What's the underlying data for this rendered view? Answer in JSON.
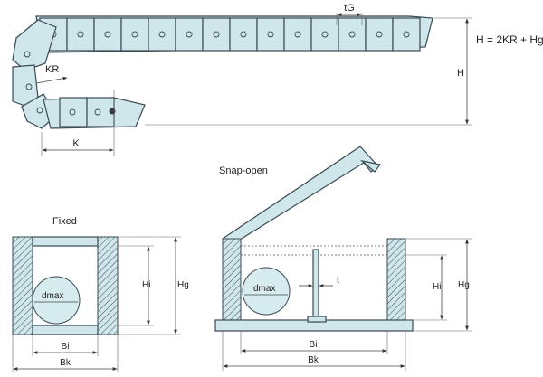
{
  "labels": {
    "tg": "tG",
    "formula": "H = 2KR + Hg",
    "kr": "KR",
    "h": "H",
    "k": "K",
    "snap_open": "Snap-open",
    "fixed": "Fixed",
    "dmax_left": "dmax",
    "dmax_right": "dmax",
    "hi_left": "Hi",
    "hg_left": "Hg",
    "hi_right": "Hi",
    "hg_right": "Hg",
    "bi_left": "Bi",
    "bk_left": "Bk",
    "bi_right": "Bi",
    "bk_right": "Bk",
    "t": "t"
  },
  "colors": {
    "body_fill": "#cfe7ea",
    "outline": "#3a4a55",
    "background": "#ffffff"
  }
}
